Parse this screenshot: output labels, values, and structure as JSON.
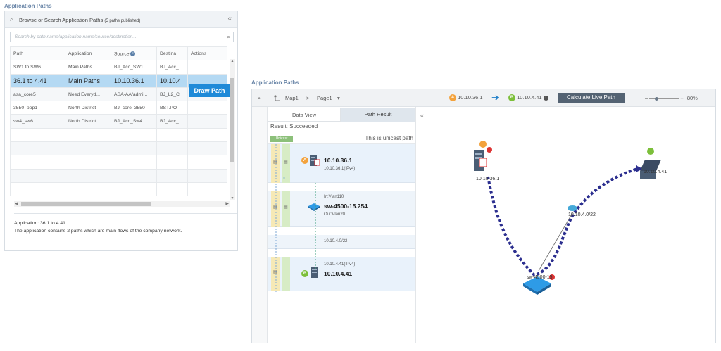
{
  "left_panel": {
    "title": "Application Paths",
    "header_text": "Browse or Search Application Paths",
    "header_count": "(5 paths published)",
    "collapse_glyph": "«",
    "search_placeholder": "Search by path name/application name/source/destination...",
    "columns": [
      "Path",
      "Application",
      "Source",
      "Destina",
      "Actions"
    ],
    "rows": [
      {
        "path": "SW1 to SW6",
        "application": "Main Paths",
        "source": "BJ_Acc_SW1",
        "destination": "BJ_Acc_"
      },
      {
        "path": "36.1 to 4.41",
        "application": "Main Paths",
        "source": "10.10.36.1",
        "destination": "10.10.4"
      },
      {
        "path": "asa_core5",
        "application": "Need Everyd...",
        "source": "ASA-AA/admi...",
        "destination": "BJ_L2_C"
      },
      {
        "path": "3550_pop1",
        "application": "North District",
        "source": "BJ_core_3550",
        "destination": "BST.PO"
      },
      {
        "path": "sw4_sw6",
        "application": "North District",
        "source": "BJ_Acc_Sw4",
        "destination": "BJ_Acc_"
      }
    ],
    "draw_path_label": "Draw Path",
    "desc_line1": "Application: 36.1 to 4.41",
    "desc_line2": "The application contains 2 paths which are main flows of the company network."
  },
  "right_panel": {
    "title": "Application Paths",
    "breadcrumb": {
      "map": "Map1",
      "sep": ">",
      "page": "Page1",
      "caret": "▾"
    },
    "source_ip": "10.10.36.1",
    "dest_ip": "10.10.4.41",
    "calc_label": "Calculate Live Path",
    "zoom_minus": "–",
    "zoom_plus": "+",
    "zoom_level": "80%",
    "tabs": [
      "Data View",
      "Path Result"
    ],
    "collapse_glyph": "«",
    "result_text": "Result: Succeeded",
    "unicast_tag": "Unicast",
    "unicast_text": "This is unicast path",
    "hops": {
      "h1_name": "10.10.36.1",
      "h1_sub": "10.10.36.1(IPv4)",
      "h2_in": "In:Vlan110",
      "h2_name": "sw-4500-15.254",
      "h2_out": "Out:Vlan20",
      "h3_net": "10.10.4.0/22",
      "h4_sub": "10.10.4.41(IPv4)",
      "h4_name": "10.10.4.41"
    },
    "map_labels": {
      "src": "10.10.36.1",
      "switch": "sw-4500-15",
      "net": "10.10.4.0/22",
      "dst": "10.10.4.41"
    },
    "badge_a": "A",
    "badge_b": "B"
  },
  "colors": {
    "accent": "#1f8ad8",
    "path": "#2c2f8f",
    "badge_a": "#f3a23c",
    "badge_b": "#7cbf3a"
  }
}
